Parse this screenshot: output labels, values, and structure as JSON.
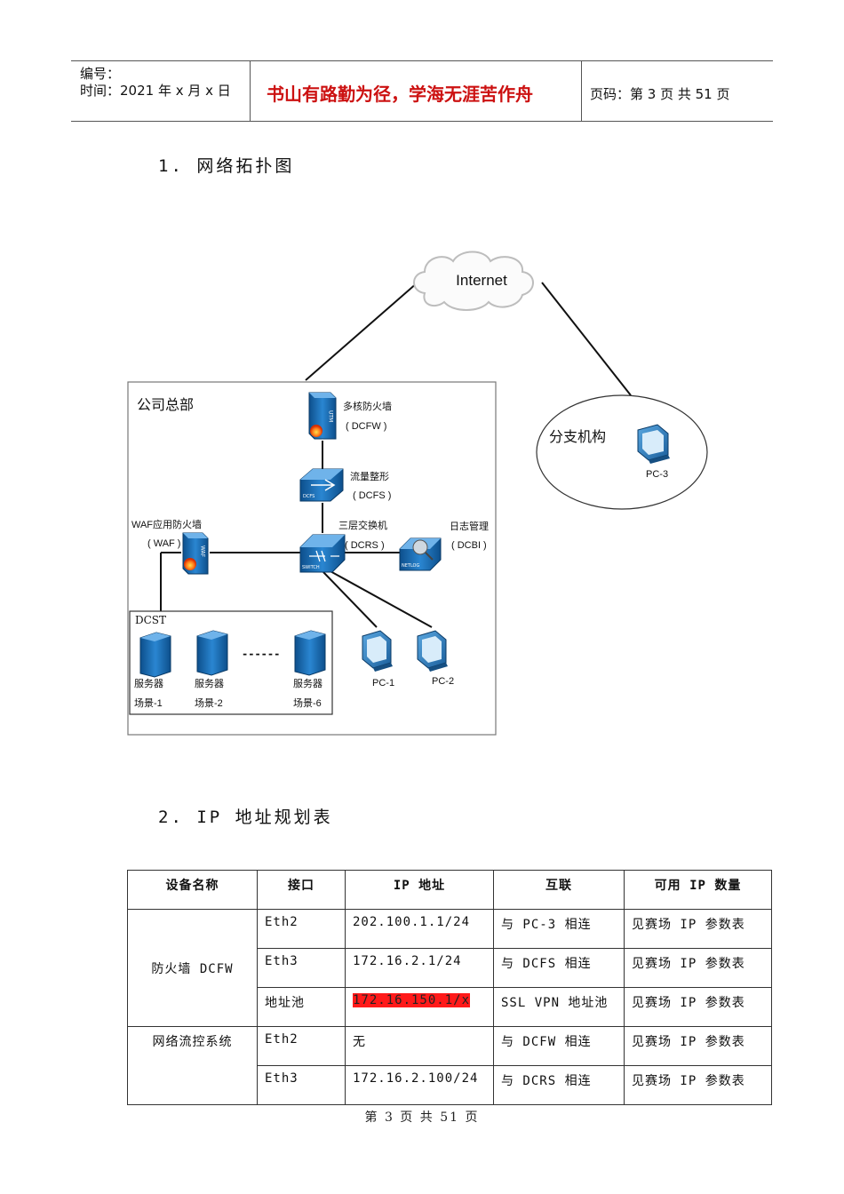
{
  "header": {
    "number_label": "编号：",
    "time_label": "时间：2021 年 x 月 x 日",
    "motto": "书山有路勤为径，学海无涯苦作舟",
    "page_info": "页码：第 3 页  共 51 页"
  },
  "sections": [
    {
      "title": "1.  网络拓扑图"
    },
    {
      "title": "2.  IP 地址规划表"
    }
  ],
  "diagram": {
    "cloud": "Internet",
    "hq_title": "公司总部",
    "branch_title": "分支机构",
    "devices": {
      "dcfw_name": "多核防火墙",
      "dcfw_code": "( DCFW )",
      "dcfs_name": "流量整形",
      "dcfs_code": "( DCFS )",
      "dcrs_name": "三层交换机",
      "dcrs_code": "( DCRS )",
      "dcbi_name": "日志管理",
      "dcbi_code": "( DCBI )",
      "waf_name": "WAF应用防火墙",
      "waf_code": "( WAF )",
      "pc1": "PC-1",
      "pc2": "PC-2",
      "pc3": "PC-3"
    },
    "dcst": {
      "title": "DCST",
      "servers": [
        {
          "name": "服务器",
          "scene": "场景-1"
        },
        {
          "name": "服务器",
          "scene": "场景-2"
        },
        {
          "name": "服务器",
          "scene": "场景-6"
        }
      ],
      "ellipsis": "------"
    },
    "icon_texts": {
      "utm": "UTM",
      "waf": "WAF",
      "dcfs": "DCFS",
      "switch": "SWITCH",
      "netlog": "NETLOG"
    }
  },
  "table": {
    "headers": [
      "设备名称",
      "接口",
      "IP 地址",
      "互联",
      "可用 IP 数量"
    ],
    "groups": [
      {
        "device": "防火墙 DCFW",
        "rows": [
          {
            "iface": "Eth2",
            "ip": "202.100.1.1/24",
            "link": "与 PC-3 相连",
            "count": "见赛场 IP 参数表",
            "highlight": false
          },
          {
            "iface": "Eth3",
            "ip": "172.16.2.1/24",
            "link": "与 DCFS 相连",
            "count": "见赛场 IP 参数表",
            "highlight": false
          },
          {
            "iface": "地址池",
            "ip": "172.16.150.1/x",
            "link": "SSL VPN 地址池",
            "count": "见赛场 IP 参数表",
            "highlight": true
          }
        ]
      },
      {
        "device": "网络流控系统",
        "rows": [
          {
            "iface": "Eth2",
            "ip": "无",
            "link": "与 DCFW 相连",
            "count": "见赛场 IP 参数表",
            "highlight": false
          },
          {
            "iface": "Eth3",
            "ip": "172.16.2.100/24",
            "link": "与 DCRS 相连",
            "count": "见赛场 IP 参数表",
            "highlight": false
          }
        ]
      }
    ],
    "highlight_color": "#ff1a1a"
  },
  "footer": "第 3 页 共 51 页"
}
